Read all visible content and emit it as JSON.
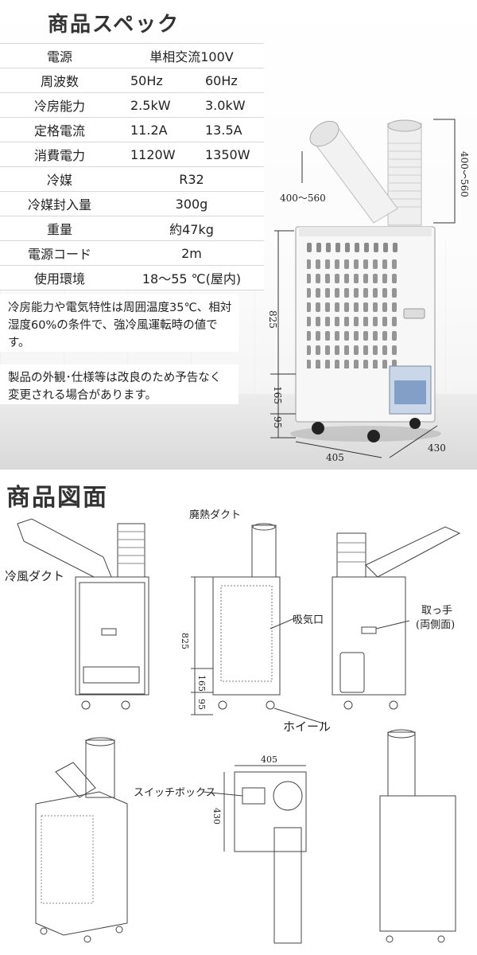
{
  "spec_title": "商品スペック",
  "spec_rows": [
    {
      "label": "電源",
      "value": "単相交流100V"
    },
    {
      "label": "周波数",
      "v50": "50Hz",
      "v60": "60Hz"
    },
    {
      "label": "冷房能力",
      "v50": "2.5kW",
      "v60": "3.0kW"
    },
    {
      "label": "定格電流",
      "v50": "11.2A",
      "v60": "13.5A"
    },
    {
      "label": "消費電力",
      "v50": "1120W",
      "v60": "1350W"
    },
    {
      "label": "冷媒",
      "value": "R32"
    },
    {
      "label": "冷媒封入量",
      "value": "300g"
    },
    {
      "label": "重量",
      "value": "約47kg"
    },
    {
      "label": "電源コード",
      "value": "2m"
    },
    {
      "label": "使用環境",
      "value": "18～55 ℃(屋内)"
    }
  ],
  "note1": "冷房能力や電気特性は周囲温度35℃、相対湿度60%の条件で、強冷風運転時の値です。",
  "note2": "製品の外観･仕様等は改良のため予告なく変更される場合があります。",
  "photo_dims": {
    "duct_left": "400～560",
    "duct_right": "400～560",
    "height": "825",
    "box": "165",
    "wheel": "95",
    "width": "405",
    "depth": "430"
  },
  "drawing_title": "商品図面",
  "drawing_labels": {
    "exhaust_duct": "廃熱ダクト",
    "cold_duct": "冷風ダクト",
    "intake": "吸気口",
    "handle": "取っ手",
    "handle_sub": "(両側面)",
    "wheel": "ホイール",
    "switch_box": "スイッチボックス"
  },
  "drawing_dims": {
    "height": "825",
    "box": "165",
    "wheel": "95",
    "top_width": "405",
    "top_depth": "430"
  }
}
